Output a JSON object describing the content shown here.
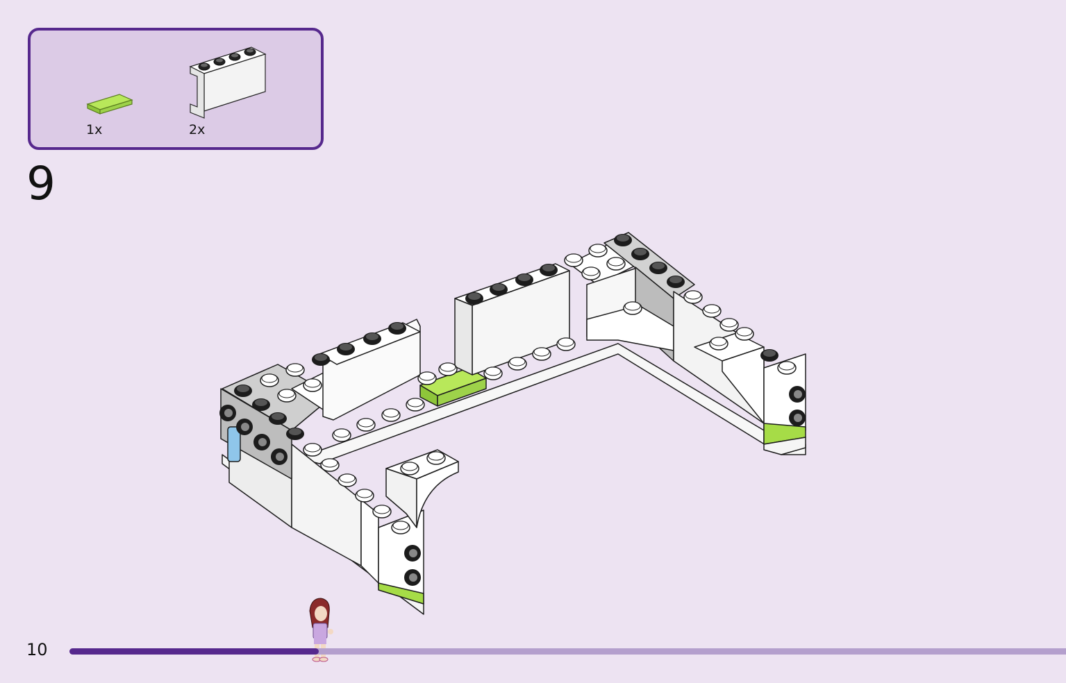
{
  "parts_callout": {
    "items": [
      {
        "qty": "1x",
        "part_icon": "lime-tile-1x2-icon"
      },
      {
        "qty": "2x",
        "part_icon": "white-panel-1x4x2-icon"
      }
    ]
  },
  "step": {
    "number": "9"
  },
  "footer": {
    "page_number": "10",
    "progress": 0.25
  },
  "colors": {
    "background": "#ede3f2",
    "callout_fill": "#dccbe6",
    "callout_border": "#56288d",
    "progress_fill": "#56288d",
    "progress_track": "#b49fcd",
    "lime": "#a6dc47"
  }
}
